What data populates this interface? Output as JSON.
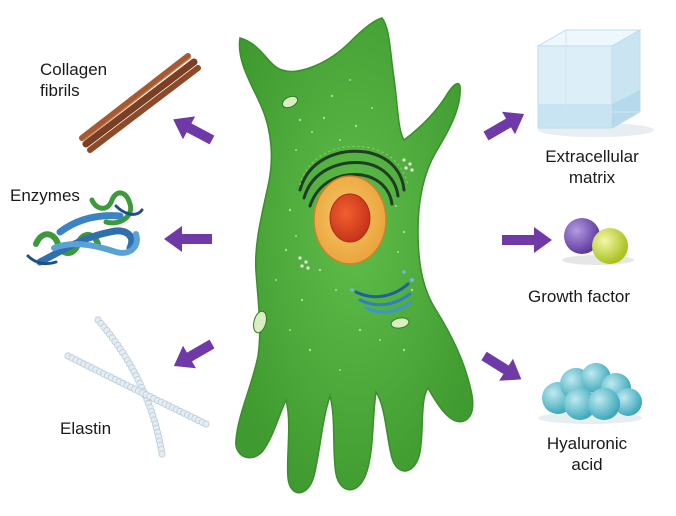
{
  "labels": {
    "collagen_line1": "Collagen",
    "collagen_line2": "fibrils",
    "enzymes": "Enzymes",
    "elastin": "Elastin",
    "ecm_line1": "Extracellular",
    "ecm_line2": "matrix",
    "growth_factor": "Growth factor",
    "hyaluronic_line1": "Hyaluronic",
    "hyaluronic_line2": "acid"
  },
  "colors": {
    "cell_body": "#4fae3c",
    "cell_edge": "#3f9a2f",
    "arrow": "#6f3aa8",
    "nucleus_outer": "#f2b24a",
    "nucleus_inner": "#e0431f",
    "collagen": "#9a5230",
    "enzyme_green": "#3d9a3a",
    "enzyme_blue": "#3b84c4",
    "elastin": "#d5e2ec",
    "ecm_cube": "#d6ecf6",
    "growth_purple": "#7a52b8",
    "growth_yellow": "#cfe03a",
    "hyaluronic": "#6cc3d0"
  },
  "icons": [
    "collagen-fibrils-icon",
    "enzyme-protein-icon",
    "elastin-fiber-icon",
    "extracellular-matrix-cube-icon",
    "growth-factor-spheres-icon",
    "hyaluronic-acid-cluster-icon",
    "fibroblast-cell-icon"
  ]
}
